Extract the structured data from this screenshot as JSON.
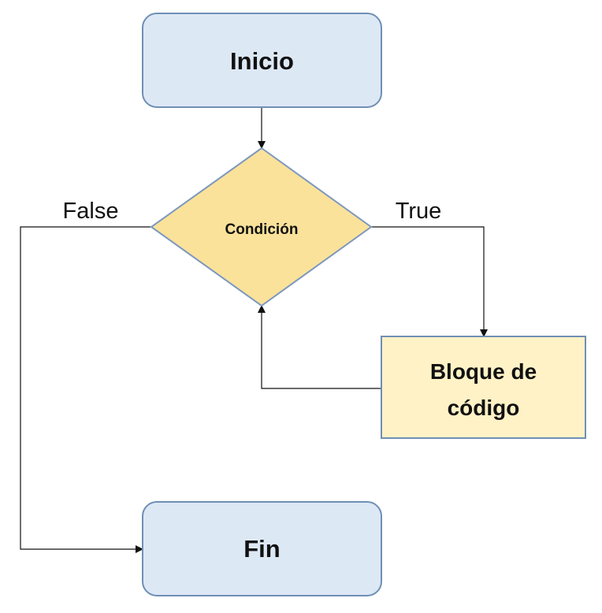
{
  "nodes": {
    "start": "Inicio",
    "condition": "Condición",
    "block_line1": "Bloque de",
    "block_line2": "código",
    "end": "Fin"
  },
  "edges": {
    "false_label": "False",
    "true_label": "True"
  },
  "colors": {
    "terminal_fill": "#dde8f5",
    "terminal_stroke": "#6f8fb5",
    "condition_fill": "#fbe29a",
    "condition_stroke": "#7d98be",
    "block_fill": "#fff2c6",
    "block_stroke": "#6f8fb5",
    "line": "#111111"
  }
}
